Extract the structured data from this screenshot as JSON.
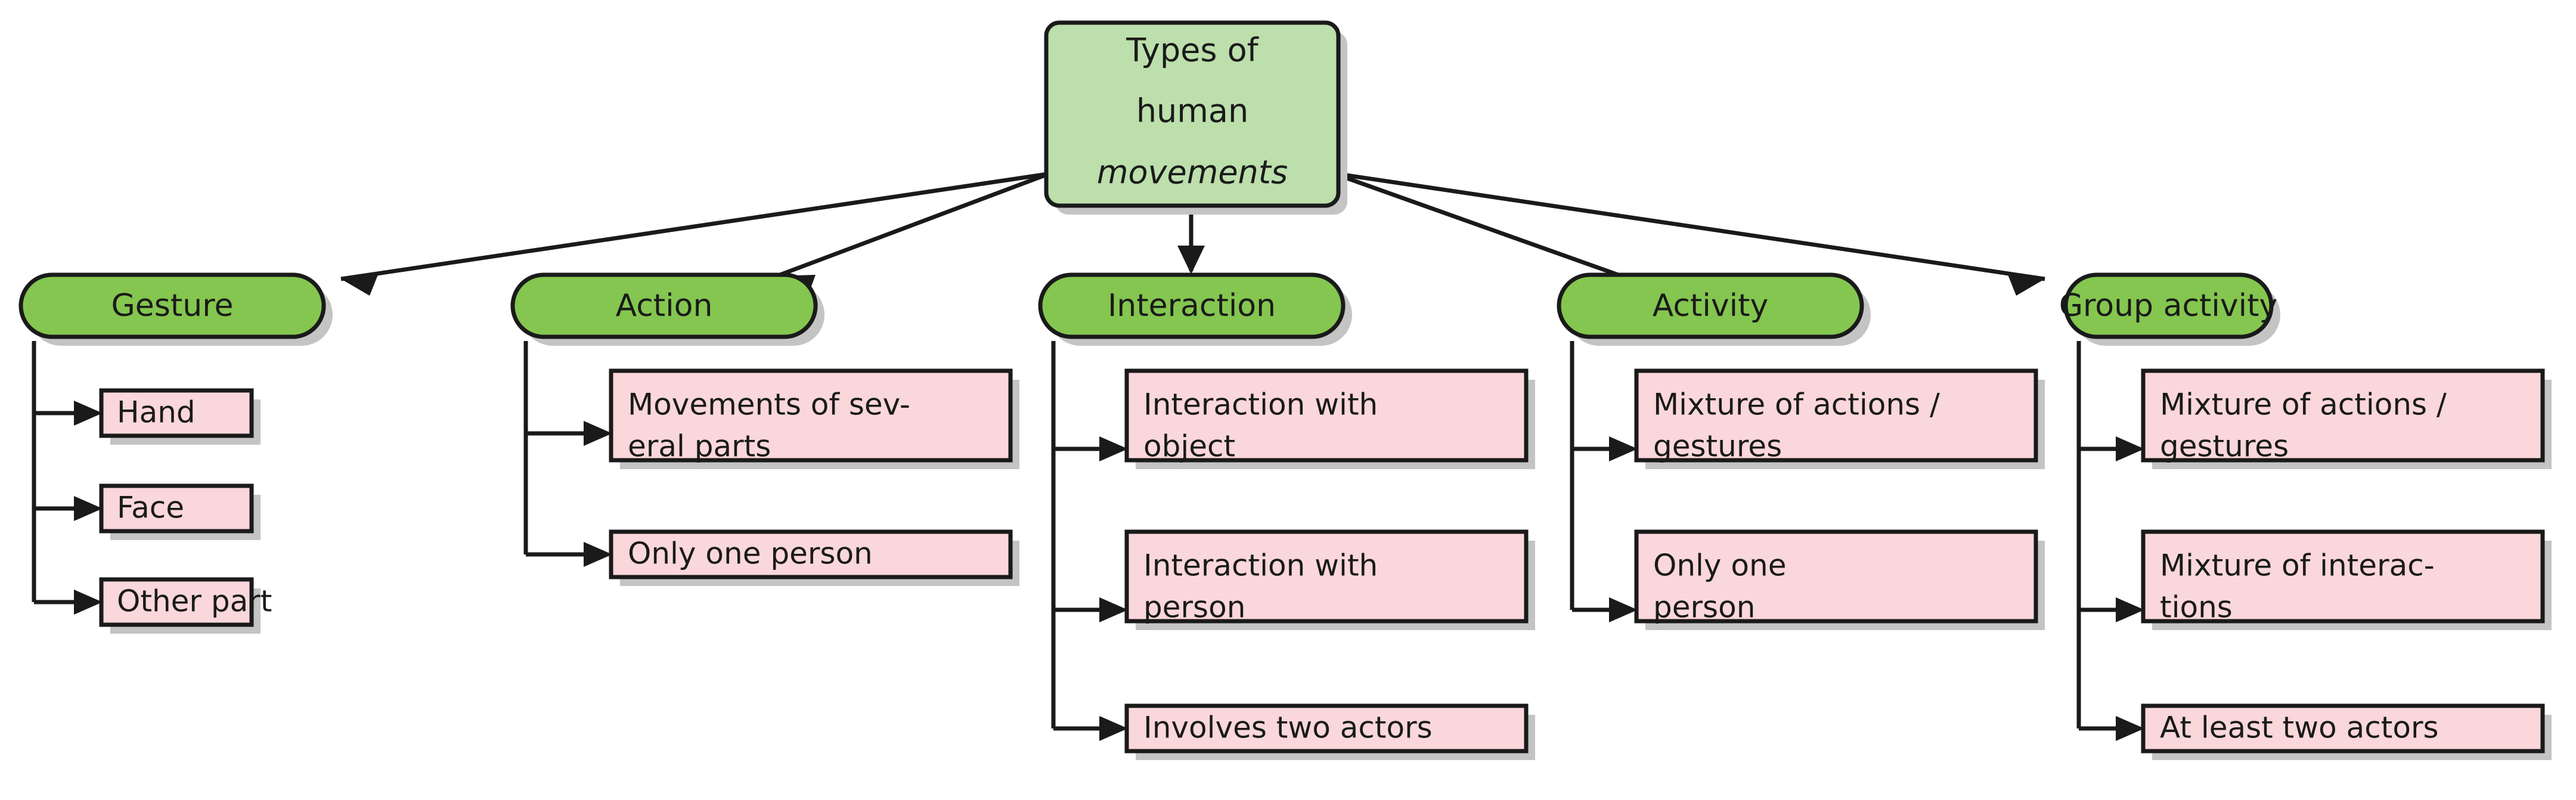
{
  "colors": {
    "root_fill": "#bcdfac",
    "branch_fill": "#84c64f",
    "leaf_fill": "#fad7da",
    "stroke": "#1a1a1a",
    "shadow": "#c4c4c4",
    "background": "#ffffff"
  },
  "root": {
    "line1": "Types of",
    "line2": "human",
    "line3_italic": "movements"
  },
  "branches": [
    {
      "id": "gesture",
      "label": "Gesture",
      "leaves": [
        {
          "lines": [
            "Hand"
          ]
        },
        {
          "lines": [
            "Face"
          ]
        },
        {
          "lines": [
            "Other part"
          ]
        }
      ]
    },
    {
      "id": "action",
      "label": "Action",
      "leaves": [
        {
          "lines": [
            "Movements of sev-",
            "eral parts"
          ]
        },
        {
          "lines": [
            "Only one person"
          ]
        }
      ]
    },
    {
      "id": "interaction",
      "label": "Interaction",
      "leaves": [
        {
          "lines": [
            "Interaction with",
            "object"
          ]
        },
        {
          "lines": [
            "Interaction with",
            "person"
          ]
        },
        {
          "lines": [
            "Involves two actors"
          ]
        }
      ]
    },
    {
      "id": "activity",
      "label": "Activity",
      "leaves": [
        {
          "lines": [
            "Mixture of actions /",
            "gestures"
          ]
        },
        {
          "lines": [
            "Only one",
            "person"
          ]
        }
      ]
    },
    {
      "id": "group-activity",
      "label": "Group activity",
      "leaves": [
        {
          "lines": [
            "Mixture of actions /",
            "gestures"
          ]
        },
        {
          "lines": [
            "Mixture of interac-",
            "tions"
          ]
        },
        {
          "lines": [
            "At least two actors"
          ]
        }
      ]
    }
  ]
}
